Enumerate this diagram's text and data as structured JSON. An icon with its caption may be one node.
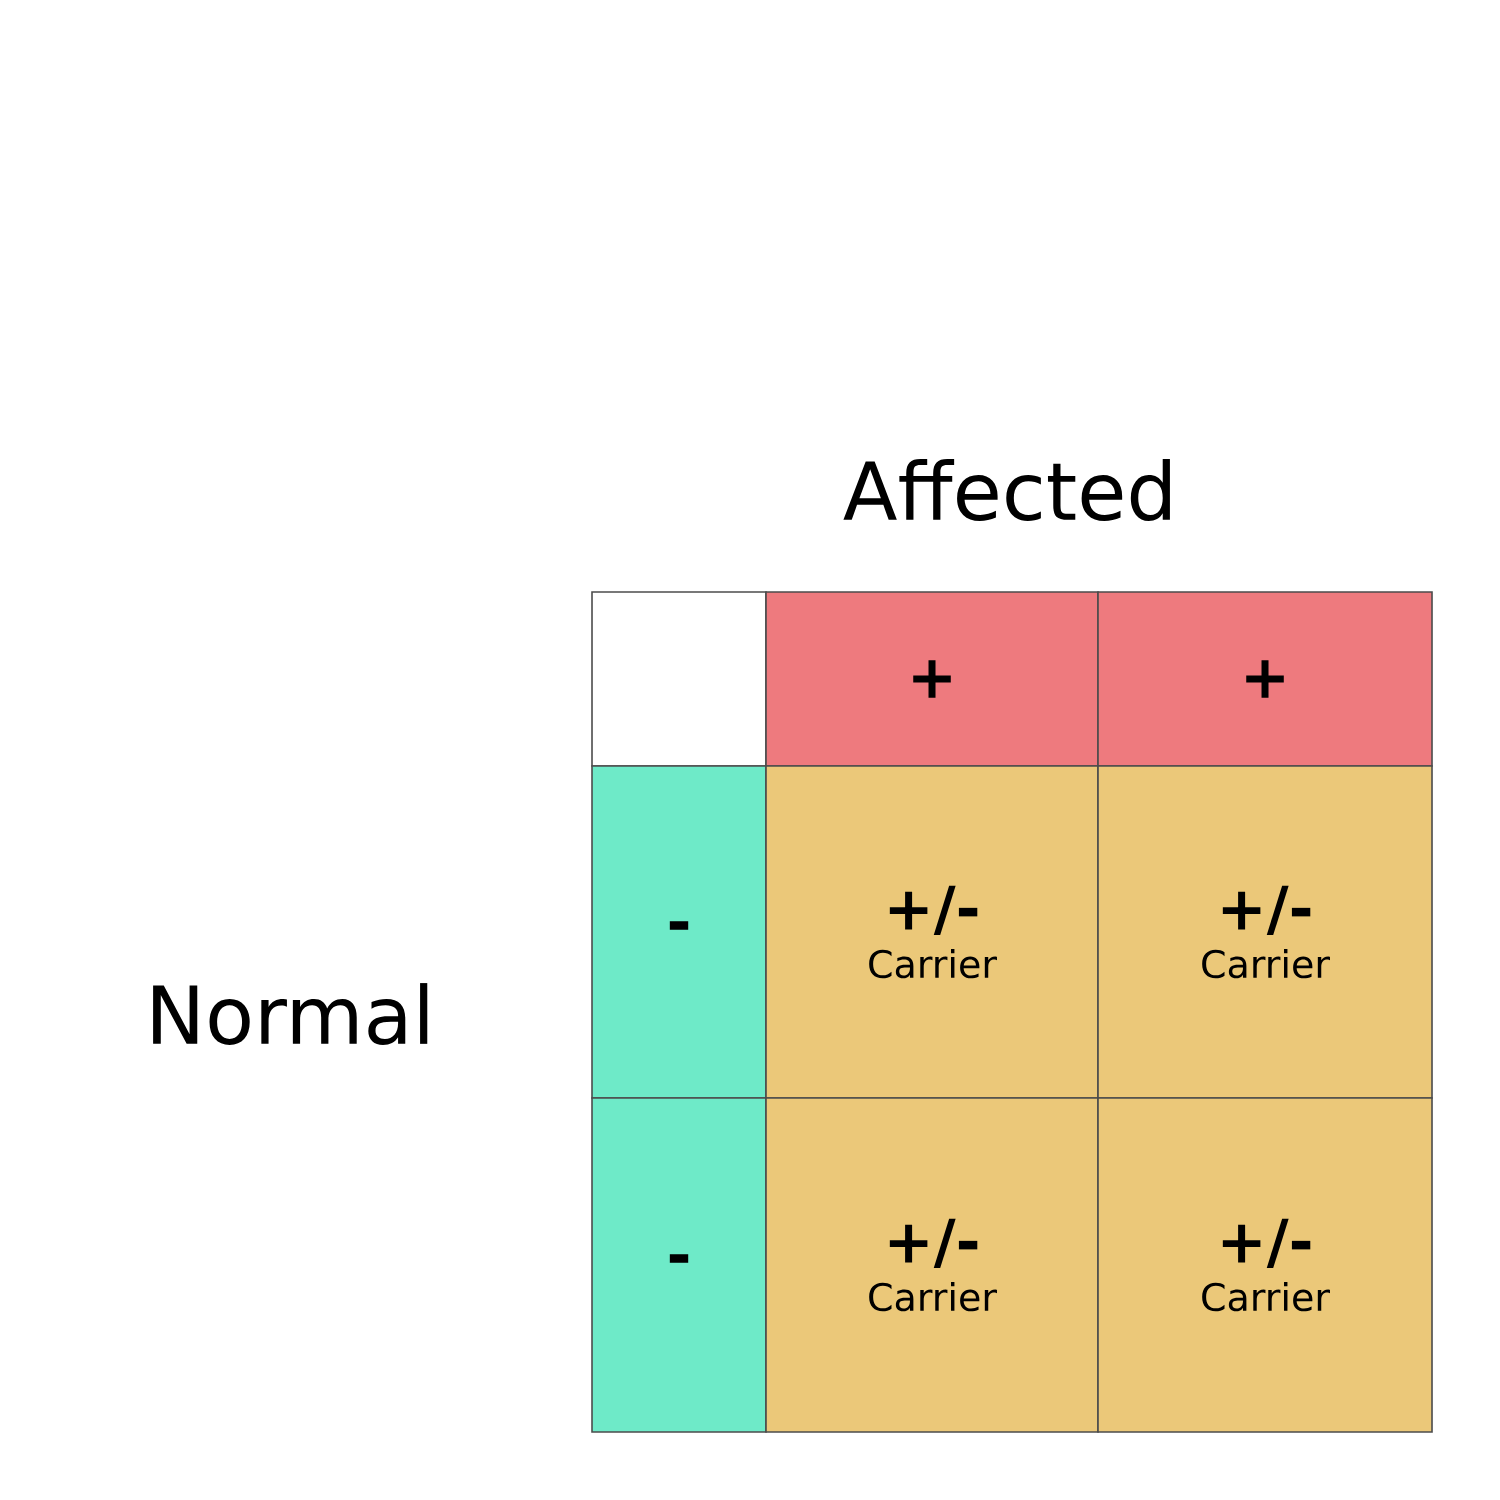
{
  "diagram": {
    "nodes": [
      {
        "text": [],
        "shape": "box"
      },
      {
        "text": [
          "+"
        ]
      },
      {
        "text": [
          "+"
        ]
      },
      {
        "text": [
          "-"
        ]
      },
      {
        "text": [
          "+/-",
          "Carrier"
        ]
      },
      {
        "text": [
          "+/-",
          "Carrier"
        ]
      },
      {
        "text": [
          "-"
        ]
      },
      {
        "text": [
          "+/-",
          "Carrier"
        ]
      },
      {
        "text": [
          "+/-",
          "Carrier"
        ]
      }
    ],
    "labels": [
      "Affected",
      "Normal"
    ]
  }
}
